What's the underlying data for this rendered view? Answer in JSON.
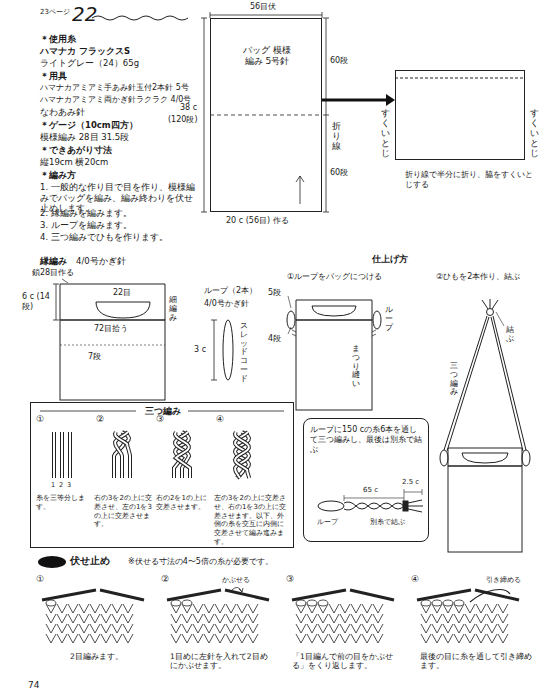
{
  "diagram": {
    "nodes": [
      {
        "text": [
          "バッグ 模様編み 5号針"
        ]
      },
      {
        "text": [
          "すくいとじ",
          "すくいとじ"
        ]
      },
      {
        "text": [
          "ループに150 cの糸6本を通して三つ編みし、最後は別糸で結ぶ"
        ]
      },
      {
        "text": [
          "三つ編み"
        ]
      }
    ],
    "edges": [
      {
        "from": 0,
        "to": 1,
        "arrow": "to"
      }
    ],
    "labels": [
      "23ページ",
      "22",
      "＊使用糸",
      "ハマナカ フラックスS",
      "ライトグレー（24）65g",
      "＊用具",
      "ハマナカアミアミ手あみ針玉付2本針 5号",
      "ハマナカアミアミ両かぎ針ラクラク 4/0号",
      "なわあみ針",
      "＊ゲージ（10cm四方）",
      "模様編み 28目 31.5段",
      "＊できあがり寸法",
      "縦19cm 横20cm",
      "＊編み方",
      "1. 一般的な作り目で目を作り、模様編みでバッグを編み、編み終わりを伏せ止めします。",
      "2. 縁編みを編みます。",
      "3. ループを編みます。",
      "4. 三つ編みでひもを作ります。",
      "56目伏",
      "38 c",
      "(120段)",
      "60段",
      "折り線",
      "60段",
      "20 c (56目) 作る",
      "折り線で半分に折り、脇をすくいとじする",
      "縁編み",
      "4/0号かぎ針",
      "鎖28目作る",
      "6 c (14段)",
      "22目",
      "72目拾う",
      "細編み",
      "7段",
      "ループ（2本）",
      "4/0号かぎ針",
      "3 c",
      "スレッドコード",
      "仕上げ方",
      "①ループをバッグにつける",
      "5段",
      "4段",
      "ループ",
      "まつり縫い",
      "②ひもを2本作り、結ぶ",
      "結ぶ",
      "三つ編み",
      "65 c",
      "2.5 c",
      "ループ",
      "別糸で結ぶ",
      "①",
      "②",
      "③",
      "④",
      "1",
      "2",
      "3",
      "糸を三等分します。",
      "右の3を2の上に交差させ、左の1を3の上に交差させます。",
      "右の2を1の上に交差させます。",
      "左の3を2の上に交差させ、右の1を3の上に交差させます。以下、外側の糸を交互に内側に交差させて編み進みます。",
      "伏せ止め",
      "※伏せる寸法の4〜5倍の糸が必要です。",
      "①",
      "2目編みます。",
      "②",
      "かぶせる",
      "1目めに左針を入れて2目めにかぶせます。",
      "③",
      "「1目編んで前の目をかぶせる」をくり返します。",
      "④",
      "引き締める",
      "最後の目に糸を通して引き締めます。",
      "74"
    ]
  }
}
